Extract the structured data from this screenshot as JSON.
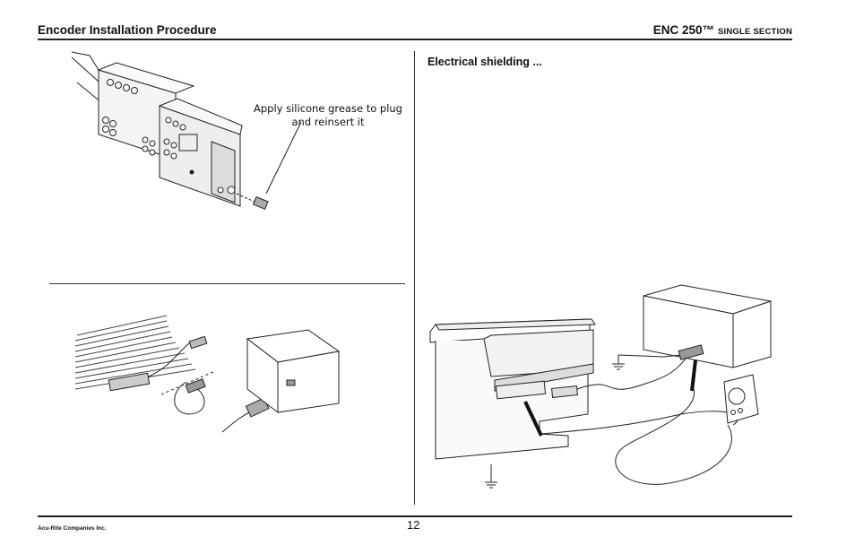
{
  "header": {
    "title": "Encoder Installation Procedure",
    "product": "ENC 250™",
    "product_subtitle": "SINGLE SECTION"
  },
  "section": {
    "heading": "Electrical shielding ..."
  },
  "callout": {
    "text": "Apply silicone grease to plug and reinsert it"
  },
  "footer": {
    "company": "Acu-Rite Companies Inc.",
    "page_number": "12"
  }
}
